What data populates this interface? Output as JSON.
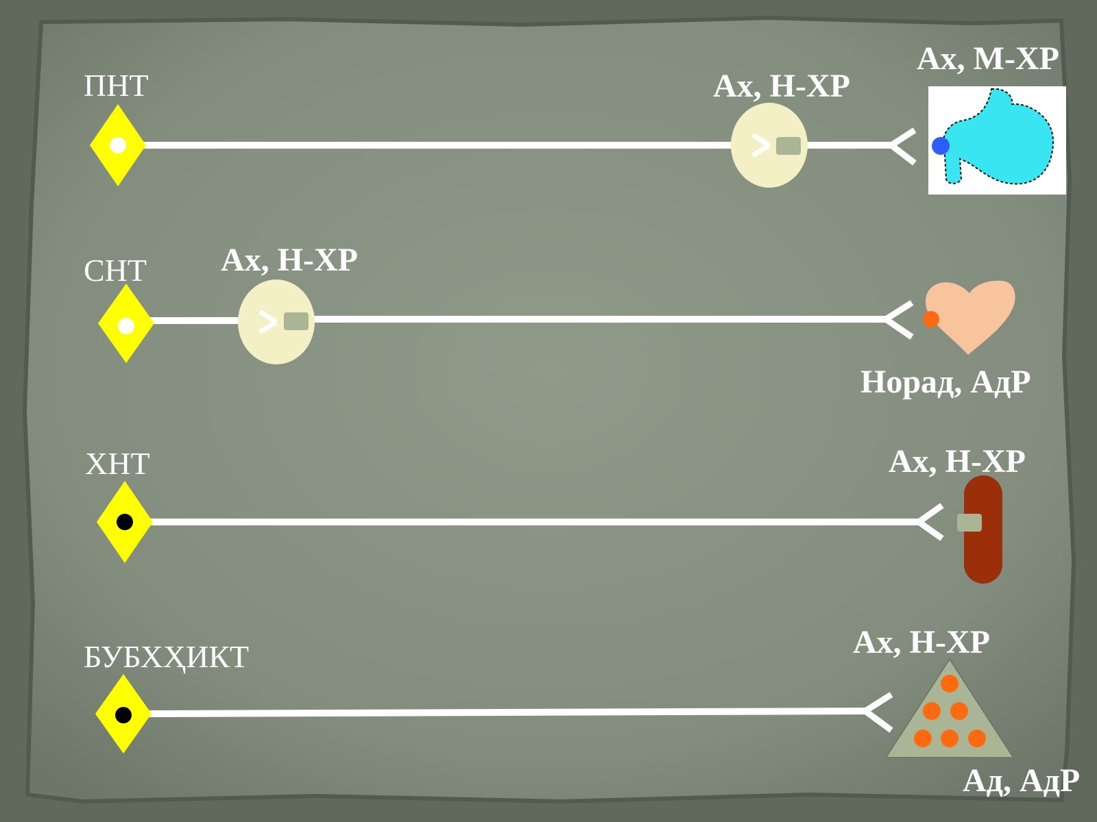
{
  "rows": [
    {
      "title": "ПНТ",
      "ganglion_label": "Ах, Н-ХР",
      "target_label": "Ах, М-ХР",
      "target_icon": "stomach-icon",
      "cell_body_dot": "white"
    },
    {
      "title": "СНТ",
      "ganglion_label": "Ах, Н-ХР",
      "target_label": "Норад, АдР",
      "target_icon": "heart-icon",
      "cell_body_dot": "white"
    },
    {
      "title": "ХНТ",
      "ganglion_label": null,
      "target_label": "Ах, Н-ХР",
      "target_icon": "skeletal-muscle-icon",
      "cell_body_dot": "black"
    },
    {
      "title": "БУБХҲИКТ",
      "ganglion_label": null,
      "target_label": "Ах, Н-ХР",
      "target_label_2": "Ад, АдР",
      "target_icon": "adrenal-gland-icon",
      "cell_body_dot": "black"
    }
  ],
  "colors": {
    "board": "#8b9585",
    "board_edge": "#4f594c",
    "neuron_line": "#ffffff",
    "soma": "#ffff00",
    "ganglion": "#f3f0c6",
    "receptor": "#a9b595",
    "stomach": "#38e5f0",
    "heart": "#f8c49d",
    "muscle": "#9a2f0a",
    "adrenal": "#a9b595",
    "orange_dot": "#ff6a10",
    "blue_dot": "#2d5cff"
  }
}
